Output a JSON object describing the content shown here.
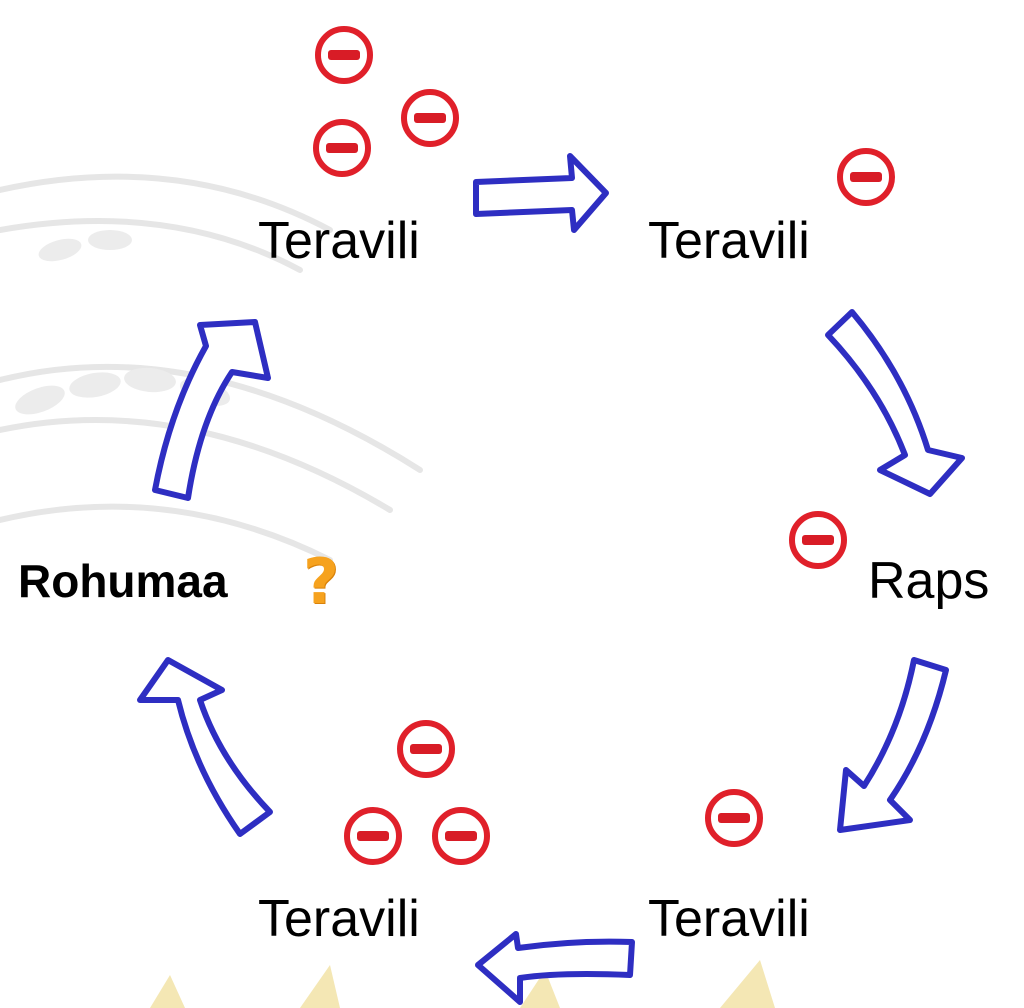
{
  "nodes": [
    {
      "id": "n1",
      "label": "Teravili",
      "minus_count": 3
    },
    {
      "id": "n2",
      "label": "Teravili",
      "minus_count": 1
    },
    {
      "id": "n3",
      "label": "Raps",
      "minus_count": 1
    },
    {
      "id": "n4",
      "label": "Teravili",
      "minus_count": 1
    },
    {
      "id": "n5",
      "label": "Teravili",
      "minus_count": 3
    },
    {
      "id": "n6",
      "label": "Rohumaa",
      "minus_count": 0,
      "marker": "?"
    }
  ],
  "colors": {
    "arrow_stroke": "#2e2ec2",
    "minus_ring": "#e0202a",
    "minus_bar": "#d81c26",
    "question": "#f6a21e",
    "label": "#000000"
  },
  "icons": {
    "minus": "minus-circle-icon",
    "arrow": "block-arrow-icon",
    "question": "question-mark-icon"
  }
}
